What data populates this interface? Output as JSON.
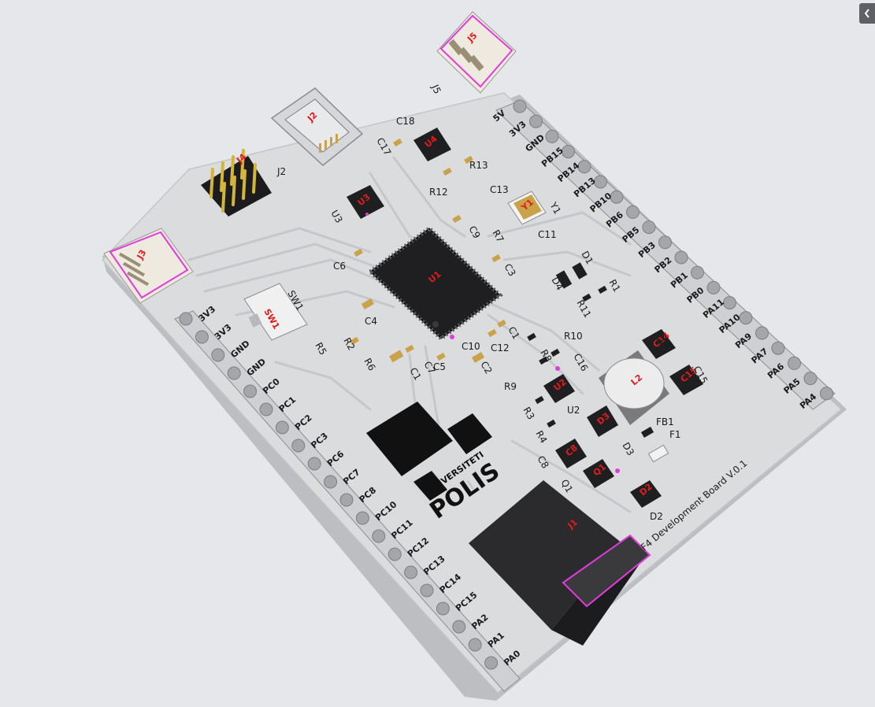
{
  "toolbar": {
    "collapse_icon": "chevron-left-icon"
  },
  "colors": {
    "background": "#e6e7ea",
    "board": "#d9dadc",
    "board_edge": "#bdbec1",
    "trace": "#c9cacd",
    "chip": "#1f1f22",
    "designator": "#e21b1b",
    "highlight": "#e23bdc",
    "pad": "#c9a24a"
  },
  "header_right": {
    "pins": [
      "5V",
      "3V3",
      "GND",
      "PB15",
      "PB14",
      "PB13",
      "PB10",
      "PB6",
      "PB5",
      "PB3",
      "PB2",
      "PB1",
      "PB0",
      "PA11",
      "PA10",
      "PA9",
      "PA7",
      "PA6",
      "PA5",
      "PA4"
    ]
  },
  "header_left": {
    "pins": [
      "3V3",
      "3V3",
      "GND",
      "GND",
      "PC0",
      "PC1",
      "PC2",
      "PC3",
      "PC6",
      "PC7",
      "PC8",
      "PC10",
      "PC11",
      "PC12",
      "PC13",
      "PC14",
      "PC15",
      "PA2",
      "PA1",
      "PA0"
    ]
  },
  "silkscreen": {
    "j5": "J5",
    "j2": "J2",
    "u3": "U3",
    "sw1": "SW1",
    "c18": "C18",
    "c17": "C17",
    "r13": "R13",
    "r12": "R12",
    "c13": "C13",
    "y1": "Y1",
    "r7": "R7",
    "c11": "C11",
    "c9": "C9",
    "c6": "C6",
    "c3": "C3",
    "c4": "C4",
    "d1": "D1",
    "d4": "D4",
    "r1": "R1",
    "r11": "R11",
    "r10": "R10",
    "r5": "R5",
    "r2": "R2",
    "r6": "R6",
    "c1": "C1",
    "c7": "C7",
    "c5": "C5",
    "c10": "C10",
    "c2": "C2",
    "c12": "C12",
    "r9": "R9",
    "r8": "R8",
    "c16": "C16",
    "r3": "R3",
    "u2": "U2",
    "r4": "R4",
    "c8": "C8",
    "q1": "Q1",
    "c14": "C14",
    "c15": "C15",
    "fb1": "FB1",
    "f1": "F1",
    "d3": "D3",
    "d2": "D2",
    "board_name": "F4 Development Board V.0.1"
  },
  "designators": {
    "usb": "J2",
    "header": "J4",
    "j5": "J5",
    "j3": "J3",
    "sw": "SW1",
    "u1": "U1",
    "u3": "U3",
    "u4": "U4",
    "y1": "Y1",
    "l2": "L2",
    "c14": "C14",
    "c15": "C15",
    "u2": "U2",
    "d3": "D3",
    "c8": "C8",
    "q1": "Q1",
    "d2": "D2",
    "j1": "J1"
  },
  "logo": {
    "line1": "UNIVERSITETI",
    "line2": "POLIS"
  }
}
